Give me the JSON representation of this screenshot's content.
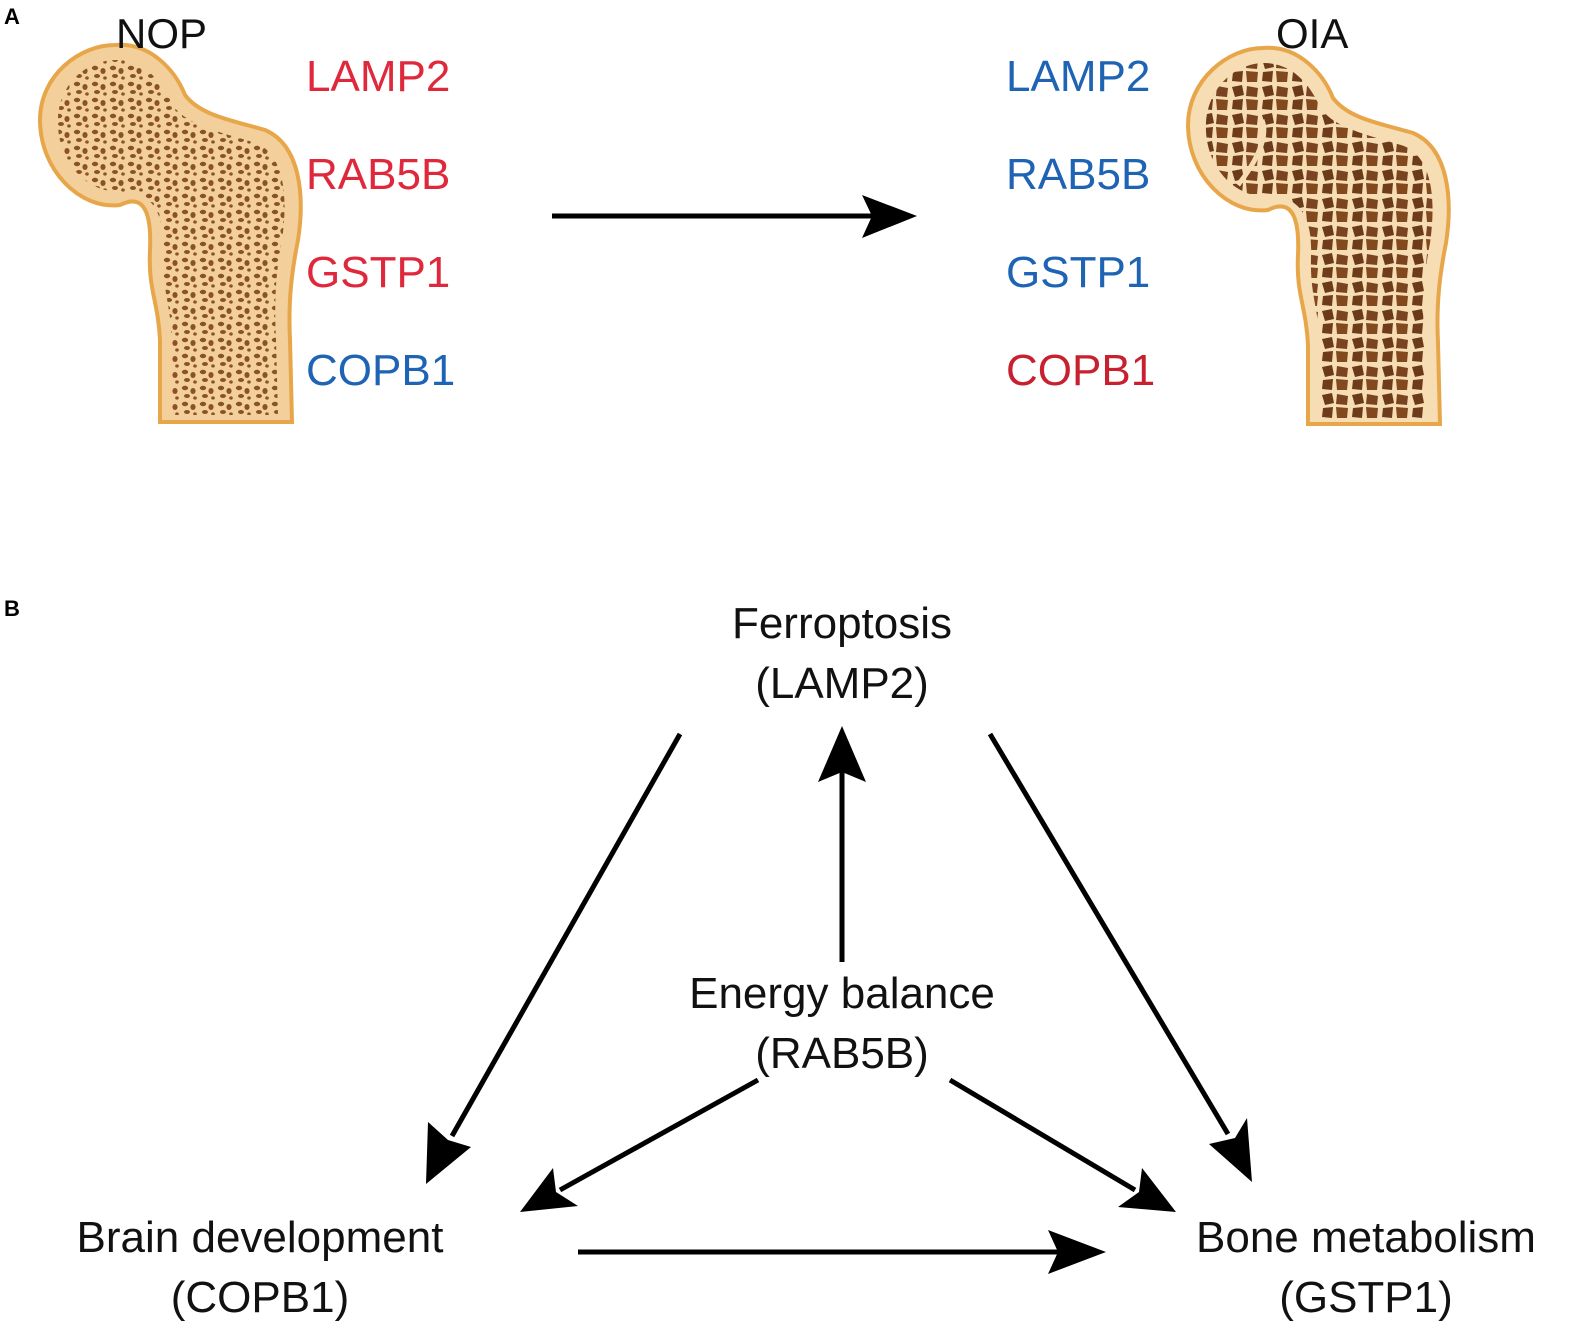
{
  "panel_a": {
    "letter": "A",
    "left_bone": {
      "title": "NOP",
      "style": "normal-dense"
    },
    "right_bone": {
      "title": "OIA",
      "style": "porous-osteoporotic"
    },
    "left_genes": [
      {
        "name": "LAMP2",
        "color": "#e0283c"
      },
      {
        "name": "RAB5B",
        "color": "#e0283c"
      },
      {
        "name": "GSTP1",
        "color": "#e0283c"
      },
      {
        "name": "COPB1",
        "color": "#1f63b4"
      }
    ],
    "right_genes": [
      {
        "name": "LAMP2",
        "color": "#1f63b4"
      },
      {
        "name": "RAB5B",
        "color": "#1f63b4"
      },
      {
        "name": "GSTP1",
        "color": "#1f63b4"
      },
      {
        "name": "COPB1",
        "color": "#c8202e"
      }
    ]
  },
  "panel_b": {
    "letter": "B",
    "nodes": {
      "top": {
        "label": "Ferroptosis",
        "gene": "(LAMP2)"
      },
      "center": {
        "label": "Energy balance",
        "gene": "(RAB5B)"
      },
      "left": {
        "label": "Brain development",
        "gene": "(COPB1)"
      },
      "right": {
        "label": "Bone metabolism",
        "gene": "(GSTP1)"
      }
    }
  },
  "colors": {
    "bone_fill": "#f3cf9c",
    "bone_outline": "#e8a64a",
    "porous_fill": "#7a4420",
    "arrow": "#000000"
  }
}
